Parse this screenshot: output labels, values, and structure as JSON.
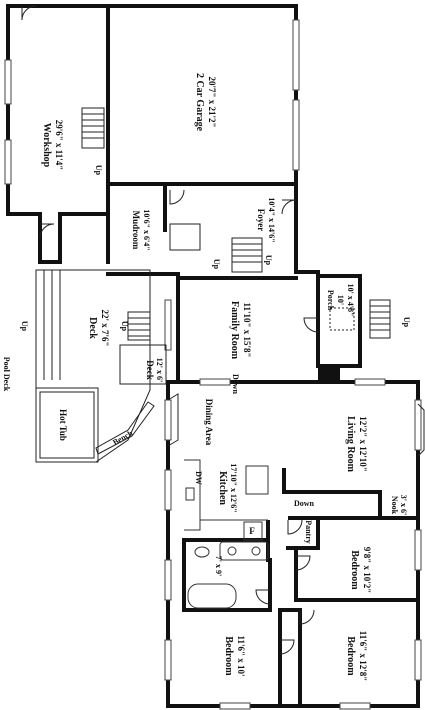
{
  "rooms": {
    "workshop": {
      "name": "Workshop",
      "size": "29'6\" x 11'4\""
    },
    "garage": {
      "name": "2 Car Garage",
      "size": "20'7\" x 21'2\""
    },
    "mudroom": {
      "name": "Mudroom",
      "size": "10'6\" x 6'4\""
    },
    "foyer": {
      "name": "Foyer",
      "size": "10'4\" x 14'6\""
    },
    "porch": {
      "name": "Porch",
      "size": "10' x 4'8\""
    },
    "deck_large": {
      "name": "Deck",
      "size": "22' x 7'6\""
    },
    "deck_small": {
      "name": "Deck",
      "size": "12' x 6'"
    },
    "family_room": {
      "name": "Family Room",
      "size": "11'10\" x 15'8\""
    },
    "dining_area": {
      "name": "Dining Area"
    },
    "living_room": {
      "name": "Living Room",
      "size": "12'2\" x 12'10\""
    },
    "kitchen": {
      "name": "Kitchen",
      "size": "17'10\" x 12'6\""
    },
    "nook": {
      "name": "Nook",
      "size": "3' x 6'"
    },
    "bedroom_center": {
      "name": "Bedroom",
      "size": "9'8\" x 10'2\""
    },
    "bath": {
      "size": "7' x 9'"
    },
    "bedroom_left": {
      "name": "Bedroom",
      "size": "11'6\" x 10'"
    },
    "bedroom_right": {
      "name": "Bedroom",
      "size": "11'6\" x 12'8\""
    }
  },
  "features": {
    "hot_tub": "Hot Tub",
    "bench": "Bench",
    "pool_deck": "Pool Deck",
    "pantry": "Pantry",
    "dw": "DW",
    "fridge": "F"
  },
  "stairs": {
    "up": "Up",
    "down": "Down"
  }
}
